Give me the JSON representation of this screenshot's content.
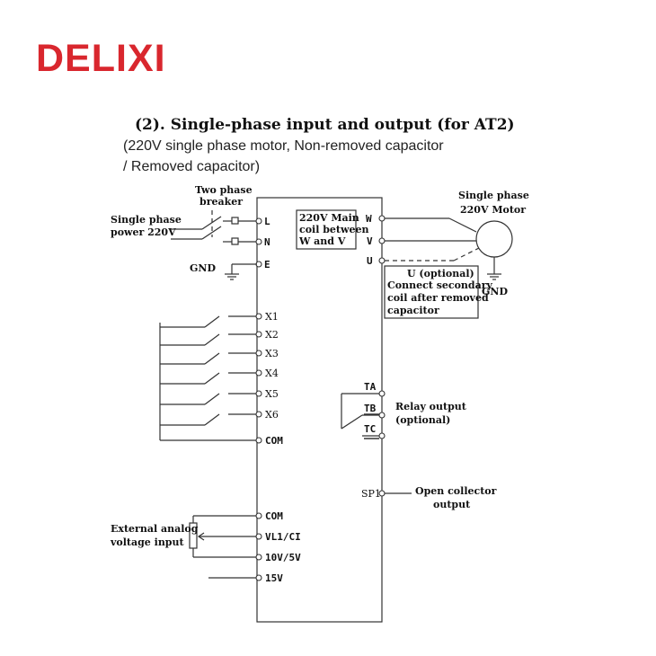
{
  "brand": "DELIXI",
  "title": "(2). Single-phase input and output (for AT2)",
  "subtitle_line1": "(220V single phase motor, Non-removed capacitor",
  "subtitle_line2": "/ Removed capacitor)",
  "breaker": {
    "line1": "Two phase",
    "line2": "breaker"
  },
  "power": {
    "line1": "Single phase",
    "line2": "power 220V"
  },
  "gnd_left": "GND",
  "gnd_right": "GND",
  "input_terminals": {
    "L": "L",
    "N": "N",
    "E": "E"
  },
  "main_coil": {
    "line1": "220V Main",
    "line2": "coil between",
    "line3": "W and V"
  },
  "output_terminals": {
    "W": "W",
    "V": "V",
    "U": "U"
  },
  "motor": {
    "line1": "Single phase",
    "line2": "220V Motor"
  },
  "u_note": {
    "line1": "U (optional)",
    "line2": "Connect secondary",
    "line3": "coil after removed",
    "line4": "capacitor"
  },
  "x_terminals": [
    "X1",
    "X2",
    "X3",
    "X4",
    "X5",
    "X6"
  ],
  "com_1": "COM",
  "relay_terminals": [
    "TA",
    "TB",
    "TC"
  ],
  "relay_label": {
    "line1": "Relay output",
    "line2": "(optional)"
  },
  "sp1": "SP1",
  "open_collector": {
    "line1": "Open collector",
    "line2": "output"
  },
  "analog_terminals": {
    "com": "COM",
    "vl1": "VL1/CI",
    "v10": "10V/5V",
    "v15": "15V"
  },
  "analog_label": {
    "line1": "External analog",
    "line2": "voltage input"
  },
  "colors": {
    "brand": "#d9272e",
    "line": "#333333"
  }
}
